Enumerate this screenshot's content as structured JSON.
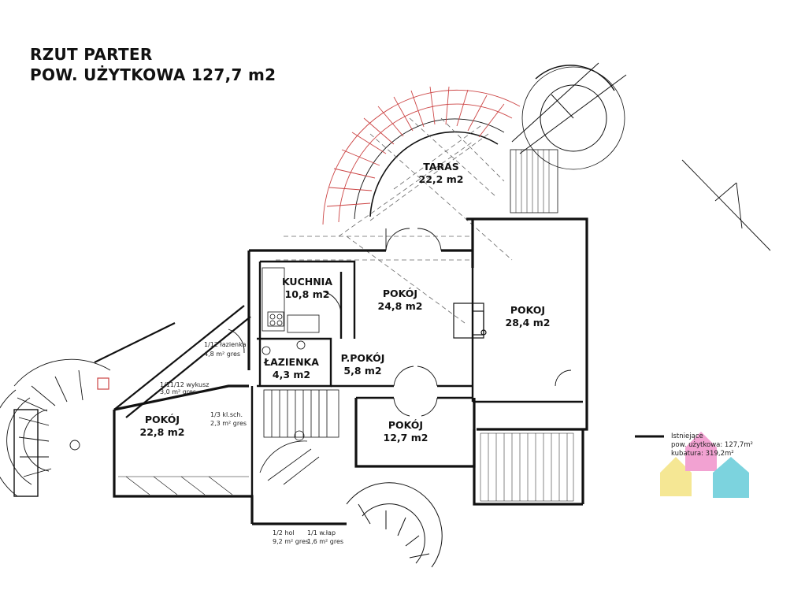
{
  "title": {
    "line1": "RZUT PARTER",
    "line2": "POW. UŻYTKOWA 127,7 m2"
  },
  "rooms": [
    {
      "id": "taras",
      "name": "TARAS",
      "area": "22,2 m2"
    },
    {
      "id": "kuchnia",
      "name": "KUCHNIA",
      "area": "10,8 m2"
    },
    {
      "id": "pokoj-center",
      "name": "POKÓJ",
      "area": "24,8 m2"
    },
    {
      "id": "pokoj-right",
      "name": "POKOJ",
      "area": "28,4 m2"
    },
    {
      "id": "lazienka",
      "name": "ŁAZIENKA",
      "area": "4,3 m2"
    },
    {
      "id": "p-pokoj",
      "name": "P.POKÓJ",
      "area": "5,8 m2"
    },
    {
      "id": "pokoj-left",
      "name": "POKÓJ",
      "area": "22,8 m2"
    },
    {
      "id": "pokoj-lower",
      "name": "POKÓJ",
      "area": "12,7 m2"
    }
  ],
  "small_labels": {
    "l112a": "1/12  łazienka",
    "l112b": "4,8 m²  gres",
    "l1112a": "1/11/12 wykusz",
    "l1112b": "3,0 m²  gres",
    "l13a": "1/3    kl.sch.",
    "l13b": "2,3 m²  gres",
    "l12a": "1/2    hol",
    "l12b": "9,2 m²  gres",
    "l11a": "1/1    w.łap",
    "l11b": "1,6 m²  gres"
  },
  "legend": {
    "line1": "Istniejące",
    "line2": "pow. użytkowa: 127,7m²",
    "line3": "kubatura: 319,2m²"
  },
  "colors": {
    "wall": "#111111",
    "stair_red": "#d04040",
    "dash": "#555555",
    "logo_yellow": "#f3e27a",
    "logo_pink": "#f08cc8",
    "logo_blue": "#5cc9d6"
  }
}
